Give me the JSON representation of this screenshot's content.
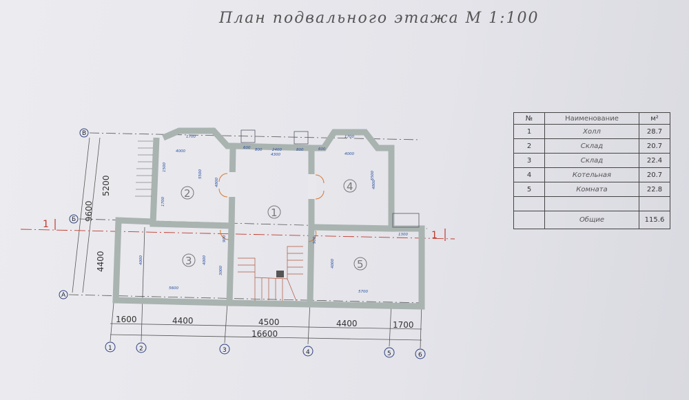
{
  "title": "План подвального этажа  М  1:100",
  "axes": {
    "rows": [
      "В",
      "Б",
      "А"
    ],
    "columns": [
      "1",
      "2",
      "3",
      "4",
      "5",
      "6"
    ]
  },
  "dimensions": {
    "bottom": [
      "1600",
      "4400",
      "4500",
      "4400",
      "1700"
    ],
    "bottom_total": "16600",
    "left": [
      "5200",
      "4400"
    ],
    "left_total": "9600",
    "inner": {
      "r2_width": "4000",
      "r2_h1": "5500",
      "r2_h2": "4800",
      "r2_side1": "1700",
      "r2_side2": "1500",
      "r2_bay": "1700",
      "hall_top": "2400",
      "hall_top2": "4300",
      "hall_win_l": "800",
      "hall_win_r": "800",
      "pier_l": "600",
      "pier_r": "600",
      "r4_width": "4000",
      "r4_h1": "5500",
      "r4_h2": "4800",
      "r4_bay": "1700",
      "r3_width": "5600",
      "r3_h1": "4000",
      "r3_h2": "4000",
      "r3_door": "900",
      "stair": "3000",
      "r5_width": "5700",
      "r5_h": "4000",
      "r5_door": "900",
      "r5_ext": "1300"
    }
  },
  "section_mark": "1",
  "room_labels": [
    "1",
    "2",
    "3",
    "4",
    "5"
  ],
  "table": {
    "headers": [
      "№",
      "Наименование",
      "м²"
    ],
    "rows": [
      {
        "no": "1",
        "name": "Холл",
        "area": "28.7"
      },
      {
        "no": "2",
        "name": "Склад",
        "area": "20.7"
      },
      {
        "no": "3",
        "name": "Склад",
        "area": "22.4"
      },
      {
        "no": "4",
        "name": "Котельная",
        "area": "20.7"
      },
      {
        "no": "5",
        "name": "Комната",
        "area": "22.8"
      },
      {
        "no": "",
        "name": "",
        "area": ""
      }
    ],
    "total": {
      "name": "Общие",
      "area": "115.6"
    }
  },
  "colors": {
    "wall": "#a9b3b0",
    "dimension": "#2a4fa0",
    "section": "#c0392b",
    "door": "#d9762a"
  }
}
